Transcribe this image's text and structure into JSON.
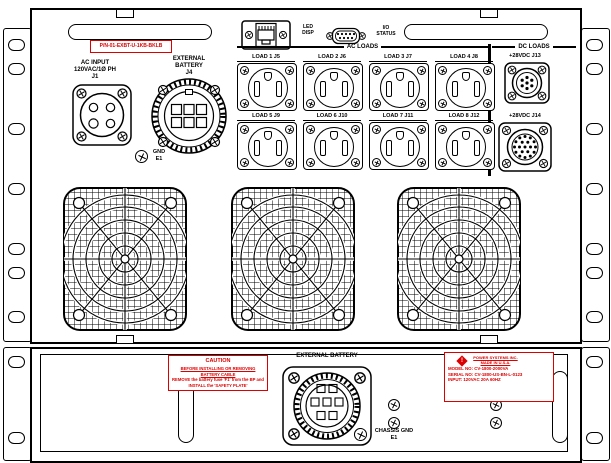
{
  "palette": {
    "line": "#000000",
    "label_red": "#dd0000",
    "background": "#ffffff"
  },
  "top_panel": {
    "part_number": "P/N-01-EXBT-U-1KB-BKLB",
    "led_display_label": {
      "l1": "LED",
      "l2": "DISP"
    },
    "io_status_label": {
      "l1": "I/O",
      "l2": "STATUS"
    },
    "ac_input_label": {
      "l1": "AC INPUT",
      "l2": "120VAC/1Ø PH",
      "l3": "J1"
    },
    "external_battery_label": {
      "l1": "EXTERNAL",
      "l2": "BATTERY",
      "l3": "J4"
    },
    "gnd_label": {
      "l1": "GND",
      "l2": "E1"
    },
    "ac_loads": {
      "header": "AC LOADS",
      "outlets": [
        {
          "label": "LOAD 1 J5"
        },
        {
          "label": "LOAD 2 J6"
        },
        {
          "label": "LOAD 3 J7"
        },
        {
          "label": "LOAD 4 J8"
        },
        {
          "label": "LOAD 5 J9"
        },
        {
          "label": "LOAD 6 J10"
        },
        {
          "label": "LOAD 7 J11"
        },
        {
          "label": "LOAD 8 J12"
        }
      ]
    },
    "dc_loads": {
      "header": "DC LOADS",
      "jack1_label": "+28VDC J13",
      "jack2_label": "+28VDC J14"
    },
    "fan_grille_count": 3
  },
  "bottom_panel": {
    "caution_label": {
      "title": "CAUTION",
      "line1": "BEFORE INSTALLING OR REMOVING BATTERY CABLE",
      "line2": "REMOVE the battery fuse 'F1' from the BP and",
      "line3": "INSTALL the 'SAFETY PLATE'"
    },
    "external_battery_label": "EXTERNAL BATTERY",
    "rating_label": {
      "warn_glyph": "!",
      "company_l1": "POWER SYSTEMS INC.",
      "company_l2": "MADE IN U.S.A.",
      "model": "MODEL NO: CV-1800-2000VA",
      "serial": "SERIAL NO: CV-1800-US-BN-L-0123",
      "input": "INPUT: 120VAC 20A 60HZ"
    },
    "chassis_gnd_label": {
      "l1": "CHASSIS GND",
      "l2": "E1"
    }
  }
}
